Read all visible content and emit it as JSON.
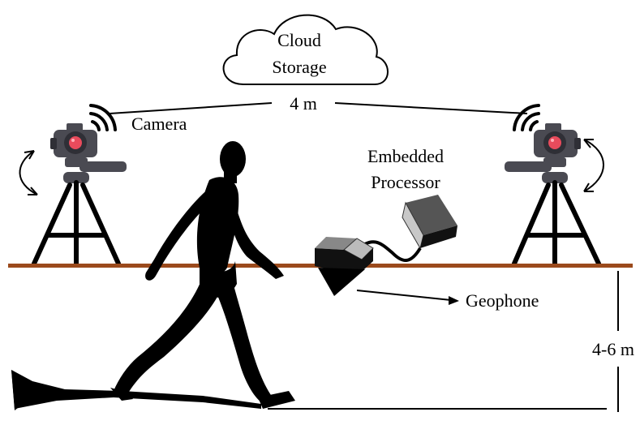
{
  "cloud": {
    "line1": "Cloud",
    "line2": "Storage"
  },
  "distance_cameras": "4 m",
  "camera_label": "Camera",
  "processor": {
    "line1": "Embedded",
    "line2": "Processor"
  },
  "geophone_label": "Geophone",
  "distance_depth": "4-6 m",
  "icons": [
    "cloud-icon",
    "camera-icon",
    "tripod-icon",
    "walking-person-icon",
    "processor-box-icon",
    "geophone-icon"
  ],
  "colors": {
    "ground": "#9b4a1c",
    "camera_body": "#4a4a52",
    "camera_lens_ring": "#2f2f36",
    "camera_lens": "#e84b5c",
    "tripod": "#000000"
  }
}
